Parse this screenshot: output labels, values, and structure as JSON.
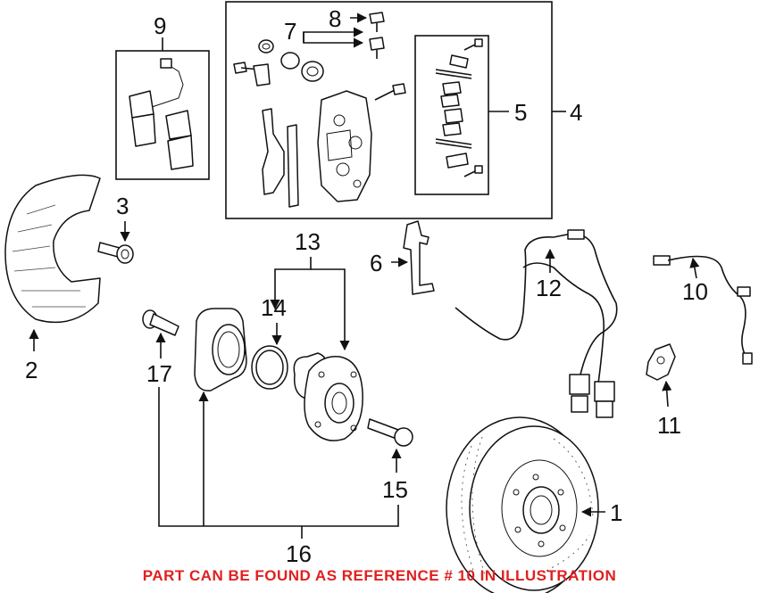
{
  "colors": {
    "notice": "#e02020",
    "ink": "#111111",
    "background": "#ffffff"
  },
  "callouts": {
    "c1": "1",
    "c2": "2",
    "c3": "3",
    "c4": "4",
    "c5": "5",
    "c6": "6",
    "c7": "7",
    "c8": "8",
    "c9": "9",
    "c10": "10",
    "c11": "11",
    "c12": "12",
    "c13": "13",
    "c14": "14",
    "c15": "15",
    "c16": "16",
    "c17": "17"
  },
  "notice": "PART CAN BE FOUND AS REFERENCE # 10 IN ILLUSTRATION"
}
